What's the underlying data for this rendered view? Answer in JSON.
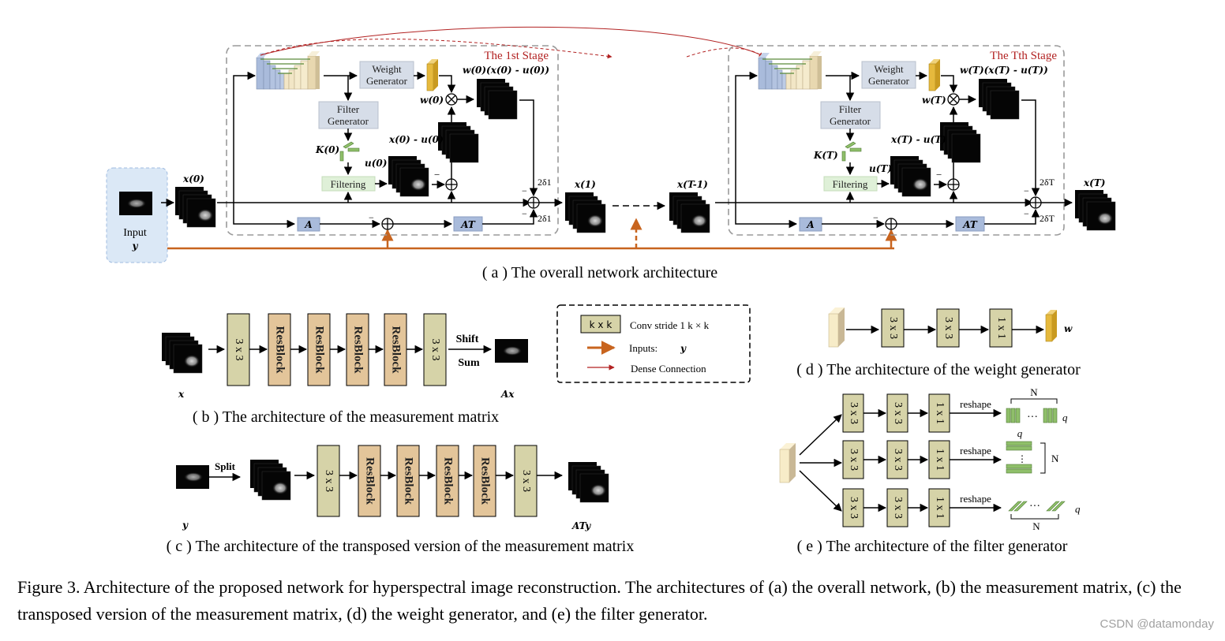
{
  "figure": {
    "caption": "Figure 3. Architecture of the proposed network for hyperspectral image reconstruction. The architectures of (a) the overall network, (b) the measurement matrix, (c) the transposed version of the measurement matrix, (d) the weight generator, and (e) the filter generator.",
    "watermark": "CSDN @datamonday"
  },
  "panel_a": {
    "caption": "( a )   The overall network architecture",
    "input_label": "Input",
    "input_symbol": "y",
    "x0_label": "x(0)",
    "x1_label": "x(1)",
    "xT1_label": "x(T-1)",
    "xT_label": "x(T)",
    "stage1": {
      "title": "The 1st Stage",
      "weight_generator": [
        "Weight",
        "Generator"
      ],
      "filter_generator": [
        "Filter",
        "Generator"
      ],
      "filtering": "Filtering",
      "w_label": "w(0)",
      "k_label": "K(0)",
      "u_label": "u(0)",
      "diff_label": "x(0) - u(0)",
      "product_label": "w(0)(x(0) - u(0))",
      "A_label": "A",
      "AT_label": "AT",
      "delta_top": "2δ1",
      "delta_bottom": "2δ1",
      "minus": "−"
    },
    "stageT": {
      "title": "The Tth Stage",
      "weight_generator": [
        "Weight",
        "Generator"
      ],
      "filter_generator": [
        "Filter",
        "Generator"
      ],
      "filtering": "Filtering",
      "w_label": "w(T)",
      "k_label": "K(T)",
      "u_label": "u(T)",
      "diff_label": "x(T) - u(T)",
      "product_label": "w(T)(x(T) - u(T))",
      "A_label": "A",
      "AT_label": "AT",
      "delta_top": "2δT",
      "delta_bottom": "2δT",
      "minus": "−"
    }
  },
  "legend": {
    "conv_box": "k x k",
    "conv_text": "Conv  stride 1  k × k",
    "inputs_text": "Inputs:",
    "inputs_symbol": "y",
    "dense_text": "Dense Connection",
    "colors": {
      "input_arrow": "#c8641e",
      "dense_arrow": "#b22222",
      "conv_fill": "#d6d3a8",
      "resblock_fill": "#e3c59a"
    }
  },
  "panel_b": {
    "caption": "( b ) The architecture of the measurement matrix",
    "blocks": [
      "3 x 3",
      "ResBlock",
      "ResBlock",
      "ResBlock",
      "ResBlock",
      "3 x 3"
    ],
    "op_top": "Shift",
    "op_bottom": "Sum",
    "in_label": "x",
    "out_label": "Ax"
  },
  "panel_c": {
    "caption": "( c ) The architecture of the transposed version of  the measurement matrix",
    "op": "Split",
    "blocks": [
      "3 x 3",
      "ResBlock",
      "ResBlock",
      "ResBlock",
      "ResBlock",
      "3 x 3"
    ],
    "in_label": "y",
    "out_label": "ATy"
  },
  "panel_d": {
    "caption": "( d ) The architecture of the weight generator",
    "blocks": [
      "3 x 3",
      "3 x 3",
      "1 x 1"
    ],
    "out_label": "w"
  },
  "panel_e": {
    "caption": "( e ) The architecture of the filter generator",
    "branches": [
      {
        "blocks": [
          "3 x 3",
          "3 x 3",
          "1 x 1"
        ],
        "op": "reshape",
        "dim_top": "N",
        "dim_side": "q"
      },
      {
        "blocks": [
          "3 x 3",
          "3 x 3",
          "1 x 1"
        ],
        "op": "reshape",
        "dim_top": "q",
        "dim_side": "N"
      },
      {
        "blocks": [
          "3 x 3",
          "3 x 3",
          "1 x 1"
        ],
        "op": "reshape",
        "dim_bottom": "N",
        "dim_side": "q"
      }
    ]
  }
}
